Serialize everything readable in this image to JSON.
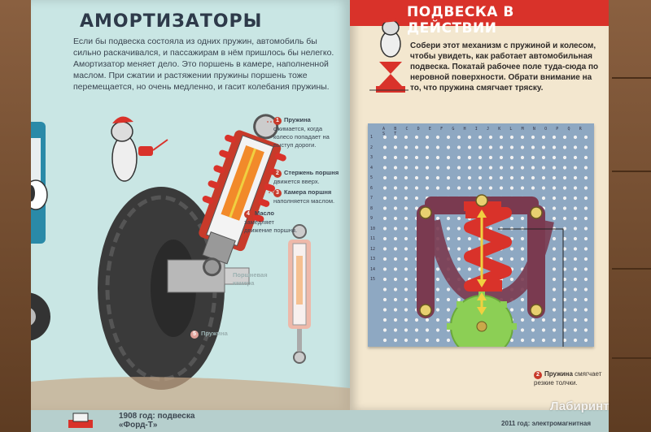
{
  "left_page": {
    "title": "АМОРТИЗАТОРЫ",
    "paragraph": "Если бы подвеска состояла из одних пружин, автомобиль бы сильно раскачивался, и пассажирам в нём пришлось бы нелегко. Амортизатор меняет дело. Это поршень в камере, наполненной маслом. При сжатии и растяжении пружины поршень тоже перемещается, но очень медленно, и гасит колебания пружины.",
    "callouts": [
      {
        "num": "1",
        "bold": "Пружина",
        "text": " сжимается, когда колесо попадает на выступ дороги."
      },
      {
        "num": "2",
        "bold": "Стержень поршня",
        "text": " движется вверх."
      },
      {
        "num": "3",
        "bold": "Камера поршня",
        "text": " наполняется маслом."
      },
      {
        "num": "4",
        "bold": "Масло",
        "text": " замедляет движение поршня."
      }
    ],
    "faded_label": "Поршневая камера",
    "faded_callout_num": "5",
    "faded_callout_bold": "Пружина"
  },
  "right_page": {
    "title": "ПОДВЕСКА В ДЕЙСТВИИ",
    "paragraph": "Собери этот механизм с пружиной и колесом, чтобы увидеть, как работает автомобильная подвеска. Покатай рабочее поле туда-сюда по неровной поверхности. Обрати внимание на то, что пружина смягчает тряску.",
    "board_letters": "A B C D E F G H I J K L M N O P Q R S T",
    "board_numbers": [
      "1",
      "2",
      "3",
      "4",
      "5",
      "6",
      "7",
      "8",
      "9",
      "10",
      "11",
      "12",
      "13",
      "14",
      "15"
    ],
    "callout": {
      "num": "2",
      "bold": "Пружина",
      "text": " смягчает резкие толчки."
    }
  },
  "bottom": {
    "left_line1": "1908 год: подвеска",
    "left_line2": "«Форд-Т»",
    "right_text": "2011 год: электромагнитная"
  },
  "watermark": "Лабиринт",
  "colors": {
    "accent_red": "#d9322a",
    "left_bg": "#c9e6e4",
    "right_bg": "#f3e7cf",
    "board_blue": "#8ea8c2",
    "spring_red": "#d9322a",
    "gear_green": "#8ccf55",
    "bracket_purple": "#7a3a50"
  }
}
